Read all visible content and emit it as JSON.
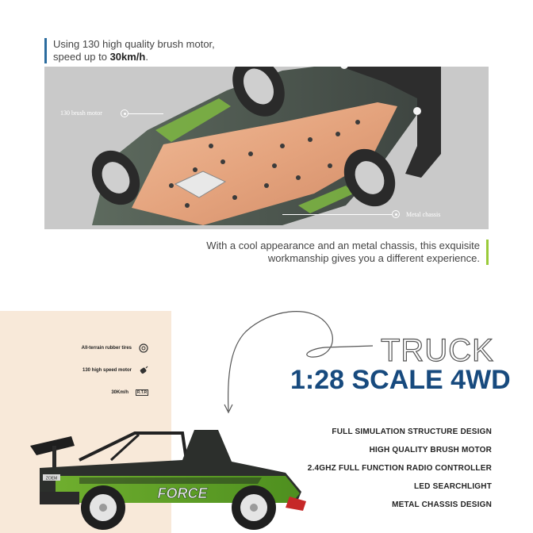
{
  "intro": {
    "line1": "Using 130 high quality brush motor,",
    "line2_prefix": "speed up to ",
    "line2_bold": "30km/h",
    "line2_suffix": "."
  },
  "callouts": {
    "brush_motor": "130 brush motor",
    "metal_chassis": "Metal chassis"
  },
  "chassis_description": {
    "line1": "With a cool appearance and an metal chassis, this exquisite",
    "line2": "workmanship gives you a different experience."
  },
  "spec_panel": {
    "items": [
      {
        "label": "All-terrain rubber tires",
        "icon": "tire-icon"
      },
      {
        "label": "130 high speed motor",
        "icon": "motor-icon"
      },
      {
        "label": "30Km/h",
        "icon": "speedometer-icon"
      }
    ],
    "rtr_badge": "R.T.R"
  },
  "headline": {
    "truck": "TRUCK",
    "scale": "1:28 SCALE 4WD"
  },
  "features": [
    "FULL SIMULATION STRUCTURE DESIGN",
    "HIGH QUALITY BRUSH MOTOR",
    "2.4GHZ FULL FUNCTION RADIO CONTROLLER",
    "LED SEARCHLIGHT",
    "METAL CHASSIS DESIGN"
  ],
  "truck_decals": {
    "side_text": "FORCE",
    "plate": "ZOEM"
  },
  "colors": {
    "accent_blue": "#2b6c9e",
    "accent_green": "#9acb3a",
    "title_navy": "#174a7e",
    "panel_gray": "#c9c9c9",
    "panel_cream": "#f8e9d9",
    "copper_chassis": "#e7a882"
  }
}
